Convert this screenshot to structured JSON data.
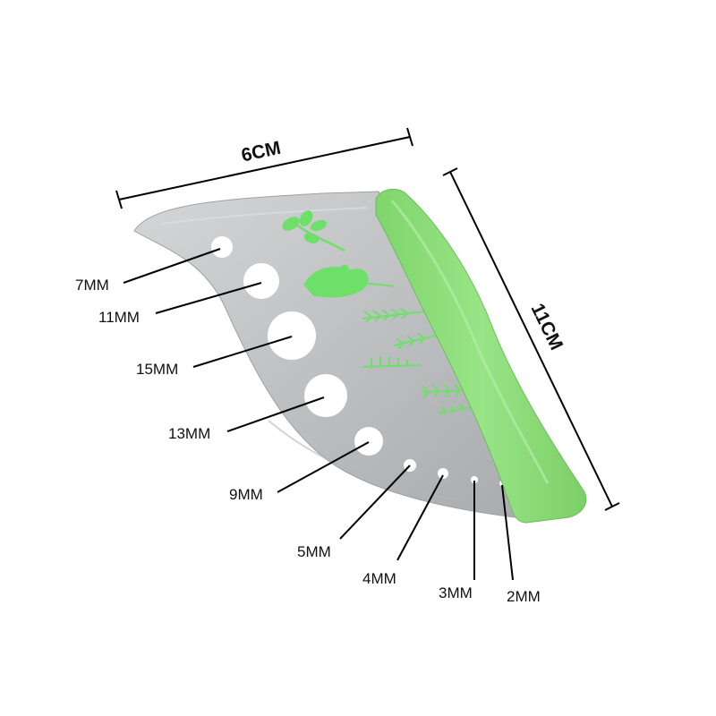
{
  "dimensions": {
    "width": "6CM",
    "length": "11CM"
  },
  "holes": [
    {
      "size": "7MM"
    },
    {
      "size": "11MM"
    },
    {
      "size": "15MM"
    },
    {
      "size": "13MM"
    },
    {
      "size": "9MM"
    },
    {
      "size": "5MM"
    },
    {
      "size": "4MM"
    },
    {
      "size": "3MM"
    },
    {
      "size": "2MM"
    }
  ],
  "colors": {
    "blade": "#c4c6c8",
    "handle": "#8fdf7e",
    "herb_print": "#6ee06a",
    "leader_line": "#000000"
  },
  "icons": [
    "herb-leaf-icon",
    "herb-lavender-icon",
    "herb-rosemary-icon",
    "herb-thyme-icon"
  ]
}
